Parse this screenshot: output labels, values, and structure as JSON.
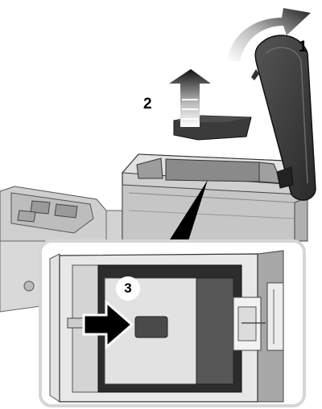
{
  "callouts": {
    "step1": "1",
    "step2": "2",
    "step3": "3"
  },
  "colors": {
    "background": "#ffffff",
    "console_light": "#d9d9d9",
    "console_mid": "#bdbdbd",
    "console_dark": "#8a8a8a",
    "lid_dark": "#3b3b3b",
    "black": "#000000",
    "arrow_gray": "#aaaaaa"
  },
  "icons": {
    "step1_arrow": "curved-arrow-icon",
    "step2_arrow": "up-arrow-icon",
    "step3_arrow": "right-arrow-icon"
  }
}
